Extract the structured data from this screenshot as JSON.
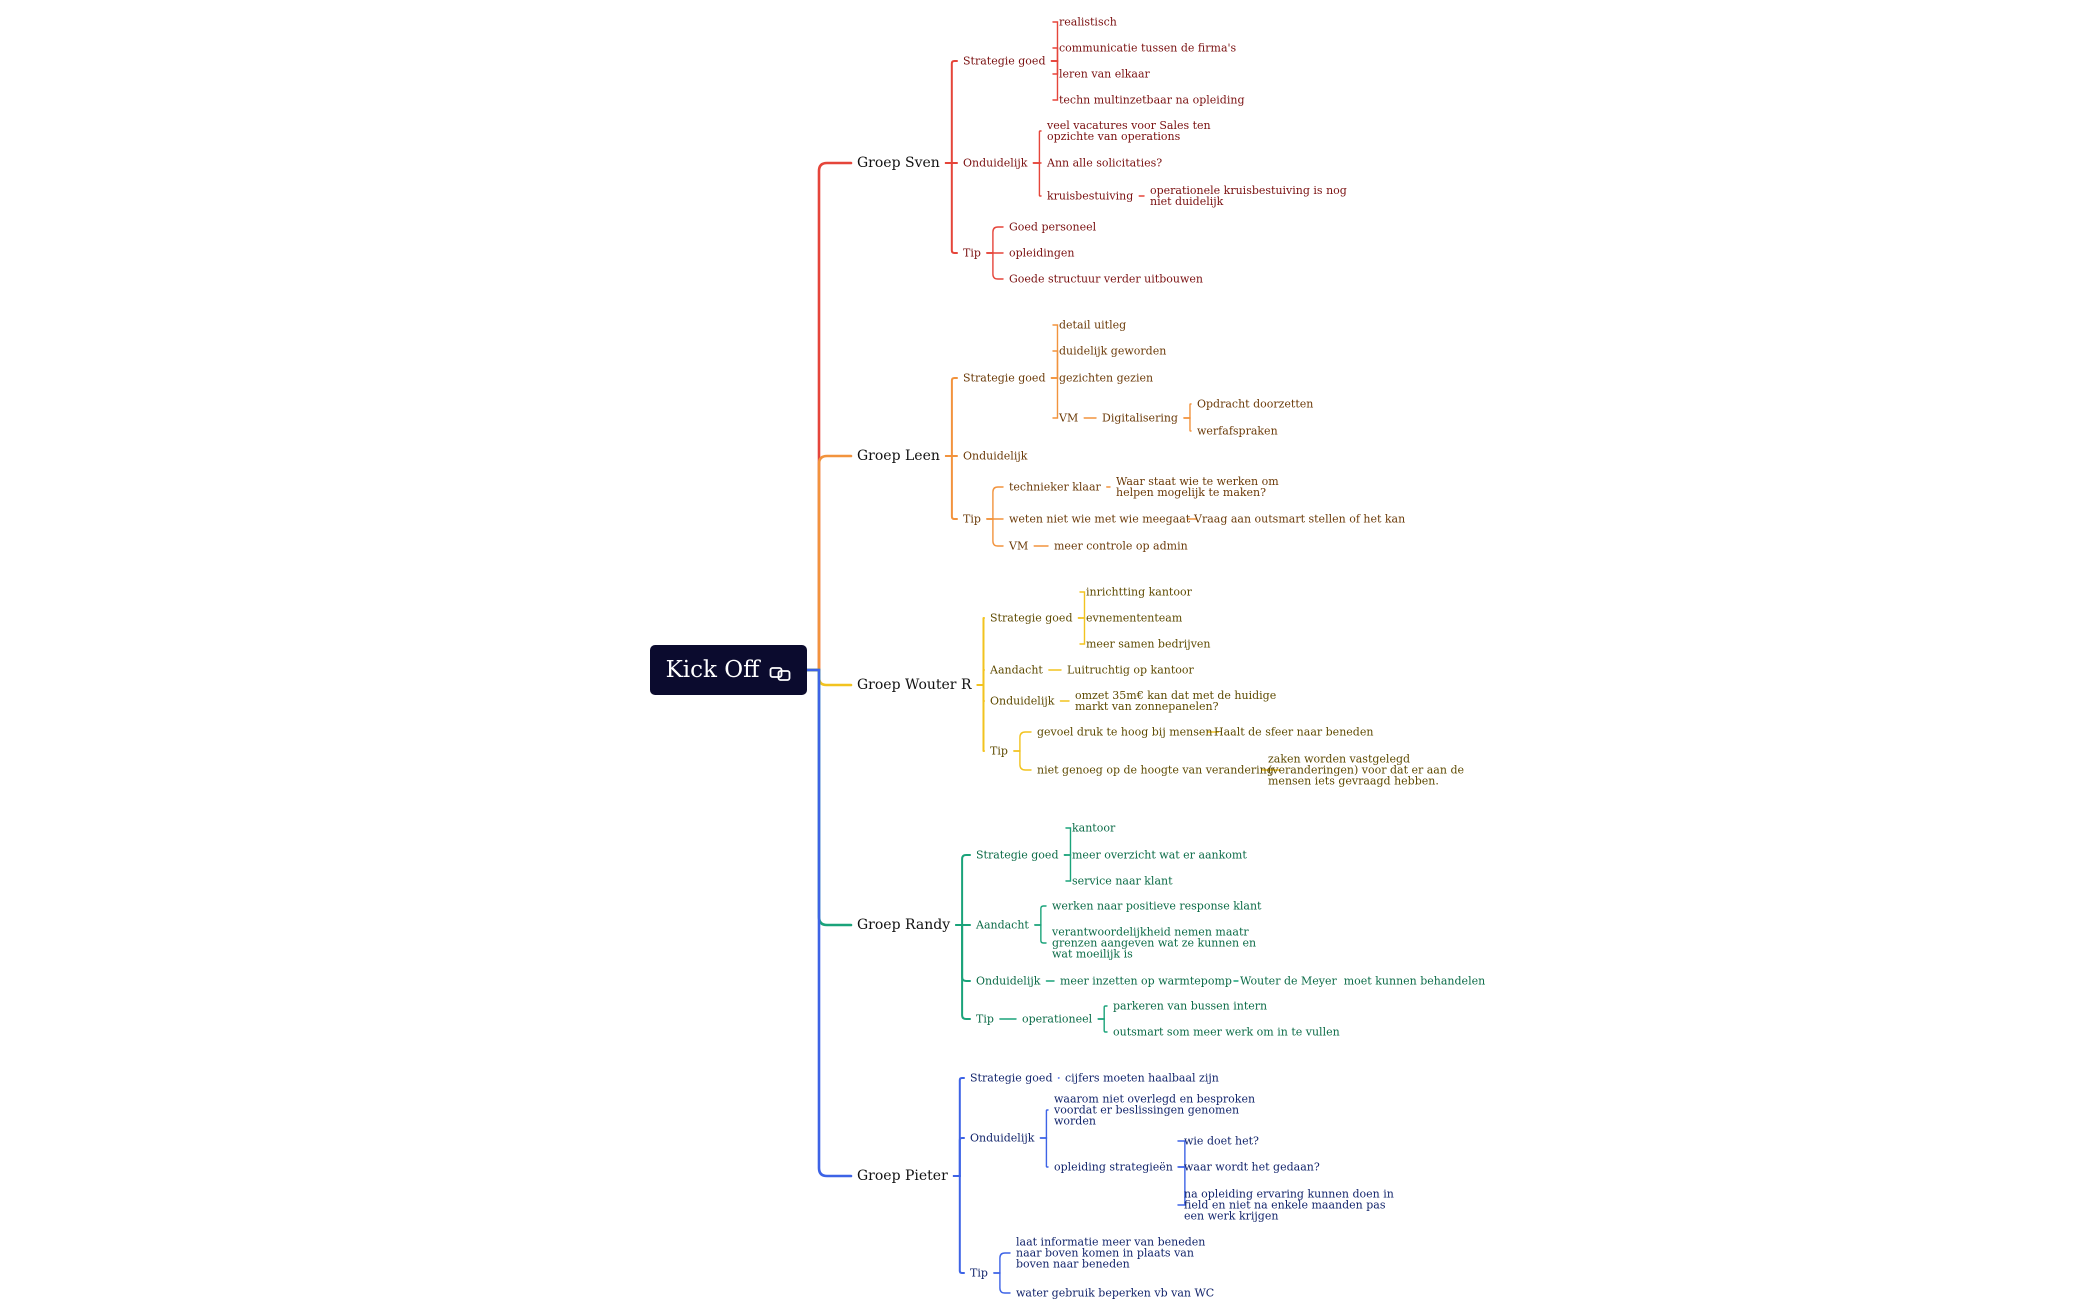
{
  "root": {
    "label": "Kick Off",
    "icon": "link-icon"
  },
  "colors": {
    "sven": "#e5453a",
    "sven_text": "#7a1010",
    "leen": "#f2933d",
    "leen_text": "#6b3a08",
    "wouter": "#f2c31f",
    "wouter_text": "#5e4a00",
    "randy": "#1aa37a",
    "randy_text": "#0b6b47",
    "pieter": "#3d63e6",
    "pieter_text": "#12246b"
  },
  "groups": [
    {
      "label": "Groep Sven",
      "children": [
        {
          "label": "Strategie goed",
          "children": [
            {
              "label": "realistisch"
            },
            {
              "label": "communicatie tussen de firma's"
            },
            {
              "label": "leren van elkaar"
            },
            {
              "label": "techn multinzetbaar na opleiding"
            }
          ]
        },
        {
          "label": "Onduidelijk",
          "children": [
            {
              "label": "veel vacatures voor Sales ten opzichte van operations"
            },
            {
              "label": "Ann alle solicitaties?"
            },
            {
              "label": "kruisbestuiving",
              "children": [
                {
                  "label": "operationele kruisbestuiving is nog niet duidelijk"
                }
              ]
            }
          ]
        },
        {
          "label": "Tip",
          "children": [
            {
              "label": "Goed personeel"
            },
            {
              "label": "opleidingen"
            },
            {
              "label": "Goede structuur verder uitbouwen"
            }
          ]
        }
      ]
    },
    {
      "label": "Groep Leen",
      "children": [
        {
          "label": "Strategie goed",
          "children": [
            {
              "label": "detail uitleg"
            },
            {
              "label": "duidelijk geworden"
            },
            {
              "label": "gezichten gezien"
            },
            {
              "label": "VM",
              "children": [
                {
                  "label": "Digitalisering",
                  "children": [
                    {
                      "label": "Opdracht doorzetten"
                    },
                    {
                      "label": "werfafspraken"
                    }
                  ]
                }
              ]
            }
          ]
        },
        {
          "label": "Onduidelijk"
        },
        {
          "label": "Tip",
          "children": [
            {
              "label": "technieker klaar",
              "children": [
                {
                  "label": "Waar staat wie te werken om helpen mogelijk te maken?"
                }
              ]
            },
            {
              "label": "weten niet wie met wie meegaat",
              "children": [
                {
                  "label": "Vraag aan outsmart stellen of het kan"
                }
              ]
            },
            {
              "label": "VM",
              "children": [
                {
                  "label": "meer controle op admin"
                }
              ]
            }
          ]
        }
      ]
    },
    {
      "label": "Groep Wouter R",
      "children": [
        {
          "label": "Strategie goed",
          "children": [
            {
              "label": "inrichtting kantoor"
            },
            {
              "label": "evnemententeam"
            },
            {
              "label": "meer samen bedrijven"
            }
          ]
        },
        {
          "label": "Aandacht",
          "children": [
            {
              "label": "Luitruchtig op kantoor"
            }
          ]
        },
        {
          "label": "Onduidelijk",
          "children": [
            {
              "label": "omzet 35m€ kan dat met de huidige markt van zonnepanelen?"
            }
          ]
        },
        {
          "label": "Tip",
          "children": [
            {
              "label": "gevoel druk te hoog bij mensen",
              "children": [
                {
                  "label": "Haalt de sfeer naar beneden"
                }
              ]
            },
            {
              "label": "niet genoeg op de hoogte van verandering",
              "children": [
                {
                  "label": "zaken worden vastgelegd (veranderingen) voor dat er aan de mensen iets gevraagd hebben."
                }
              ]
            }
          ]
        }
      ]
    },
    {
      "label": "Groep Randy",
      "children": [
        {
          "label": "Strategie goed",
          "children": [
            {
              "label": "kantoor"
            },
            {
              "label": "meer overzicht wat er aankomt"
            },
            {
              "label": "service naar klant"
            }
          ]
        },
        {
          "label": "Aandacht",
          "children": [
            {
              "label": "werken naar positieve response klant"
            },
            {
              "label": "verantwoordelijkheid nemen maatr grenzen aangeven wat ze kunnen en wat moeilijk is"
            }
          ]
        },
        {
          "label": "Onduidelijk",
          "children": [
            {
              "label": "meer inzetten op warmtepomp",
              "children": [
                {
                  "label": "Wouter de Meyer  moet kunnen behandelen"
                }
              ]
            }
          ]
        },
        {
          "label": "Tip",
          "children": [
            {
              "label": "operationeel",
              "children": [
                {
                  "label": "parkeren van bussen intern"
                },
                {
                  "label": "outsmart som meer werk om in te vullen"
                }
              ]
            }
          ]
        }
      ]
    },
    {
      "label": "Groep Pieter",
      "children": [
        {
          "label": "Strategie goed",
          "children": [
            {
              "label": "cijfers moeten haalbaal zijn"
            }
          ]
        },
        {
          "label": "Onduidelijk",
          "children": [
            {
              "label": "waarom niet overlegd en besproken voordat er beslissingen genomen worden"
            },
            {
              "label": "opleiding strategieën",
              "children": [
                {
                  "label": "wie doet het?"
                },
                {
                  "label": "waar wordt het gedaan?"
                },
                {
                  "label": "na opleiding ervaring kunnen doen in field en niet na enkele maanden pas een werk krijgen"
                }
              ]
            }
          ]
        },
        {
          "label": "Tip",
          "children": [
            {
              "label": "laat informatie meer van beneden naar boven komen in plaats van boven naar beneden"
            },
            {
              "label": "water gebruik beperken vb van WC"
            }
          ]
        }
      ]
    }
  ]
}
